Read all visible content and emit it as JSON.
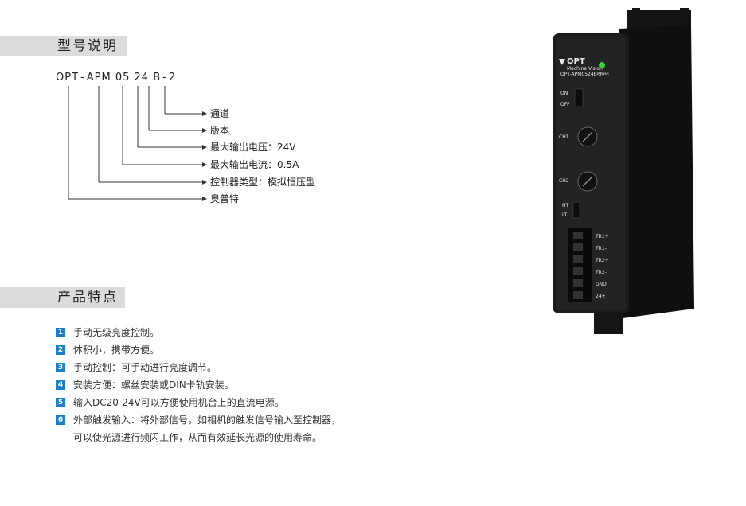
{
  "sections": {
    "model_title": "型号说明",
    "features_title": "产品特点"
  },
  "model": {
    "parts": [
      "OPT",
      "APM",
      "05",
      "24",
      "B",
      "2"
    ],
    "separator": "-",
    "callouts": [
      "通道",
      "版本",
      "最大输出电压：24V",
      "最大输出电流：0.5A",
      "控制器类型：模拟恒压型",
      "奥普特"
    ]
  },
  "features": [
    {
      "num": "1",
      "lines": [
        "手动无级亮度控制。"
      ]
    },
    {
      "num": "2",
      "lines": [
        "体积小，携带方便。"
      ]
    },
    {
      "num": "3",
      "lines": [
        "手动控制：可手动进行亮度调节。"
      ]
    },
    {
      "num": "4",
      "lines": [
        "安装方便：螺丝安装或DIN卡轨安装。"
      ]
    },
    {
      "num": "5",
      "lines": [
        "输入DC20-24V可以方便使用机台上的直流电源。"
      ]
    },
    {
      "num": "6",
      "lines": [
        "外部触发输入：将外部信号，如相机的触发信号输入至控制器，",
        "可以使光源进行频闪工作，从而有效延长光源的使用寿命。"
      ]
    }
  ],
  "device": {
    "brand": "OPT",
    "tagline": "Machine Vision",
    "model_label": "OPT-APM0524B-2",
    "power_label": "POWER",
    "switch_on": "ON",
    "switch_off": "OFF",
    "ch1": "CH1",
    "ch2": "CH2",
    "ht": "HT",
    "lt": "LT",
    "terminals": [
      "TR1+",
      "TR1-",
      "TR2+",
      "TR2-",
      "GND",
      "24+"
    ],
    "led_color": "#3ad13a",
    "body_color": "#1c1c1c"
  }
}
